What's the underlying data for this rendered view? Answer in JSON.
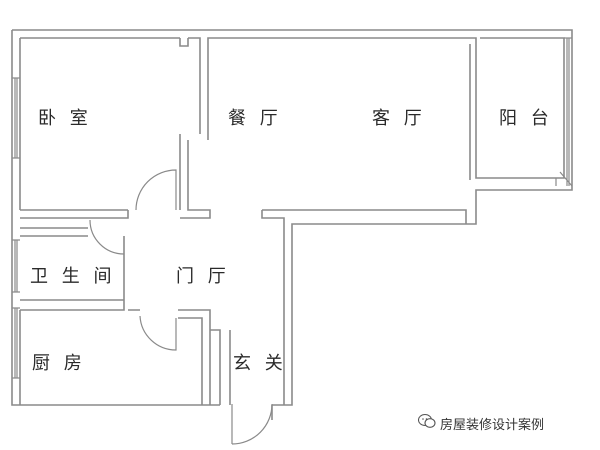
{
  "rooms": {
    "bedroom": "卧 室",
    "dining": "餐 厅",
    "living": "客 厅",
    "balcony": "阳 台",
    "bathroom": "卫 生 间",
    "foyer": "门 厅",
    "kitchen": "厨 房",
    "entrance": "玄 关"
  },
  "watermark": {
    "text": "房屋装修设计案例",
    "icon": "chat-bubble-icon"
  },
  "colors": {
    "wall": "#8a8a8a",
    "label": "#2a2a2a",
    "background": "#ffffff"
  }
}
